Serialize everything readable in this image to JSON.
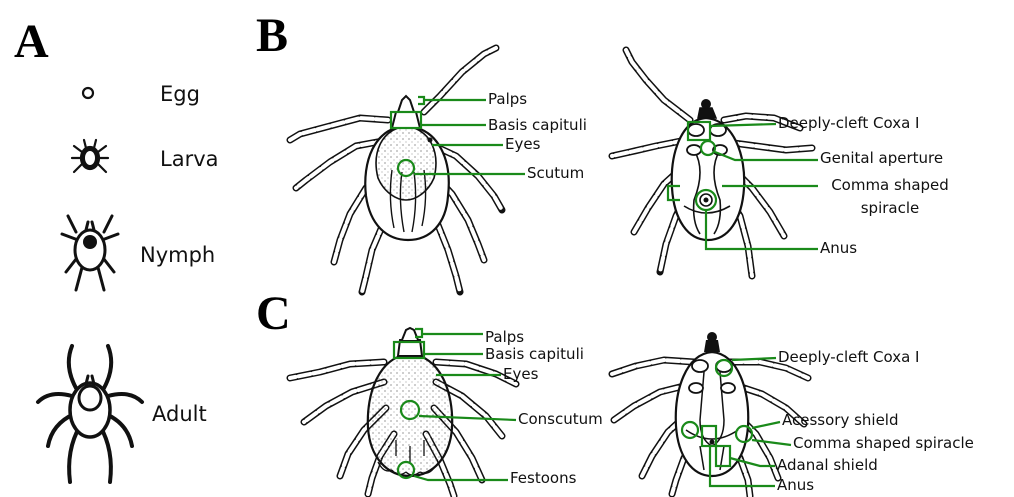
{
  "panels": {
    "a": "A",
    "b": "B",
    "c": "C"
  },
  "stages": {
    "egg": "Egg",
    "larva": "Larva",
    "nymph": "Nymph",
    "adult": "Adult"
  },
  "panel_b": {
    "palps": "Palps",
    "basis_capituli": "Basis capituli",
    "eyes": "Eyes",
    "scutum": "Scutum",
    "deeply_cleft_coxa": "Deeply-cleft Coxa I",
    "genital_aperture": "Genital aperture",
    "comma_spiracle_line1": "Comma shaped",
    "comma_spiracle_line2": "spiracle",
    "anus": "Anus"
  },
  "panel_c": {
    "palps": "Palps",
    "basis_capituli": "Basis capituli",
    "eyes": "Eyes",
    "conscutum": "Conscutum",
    "festoons": "Festoons",
    "deeply_cleft_coxa": "Deeply-cleft Coxa I",
    "accessory_shield": "Acessory shield",
    "comma_spiracle": "Comma shaped spiracle",
    "adanal_shield": "Adanal shield",
    "anus": "Anus"
  },
  "colors": {
    "annotation": "#1a8a1a",
    "ink": "#111111",
    "background": "#ffffff"
  }
}
